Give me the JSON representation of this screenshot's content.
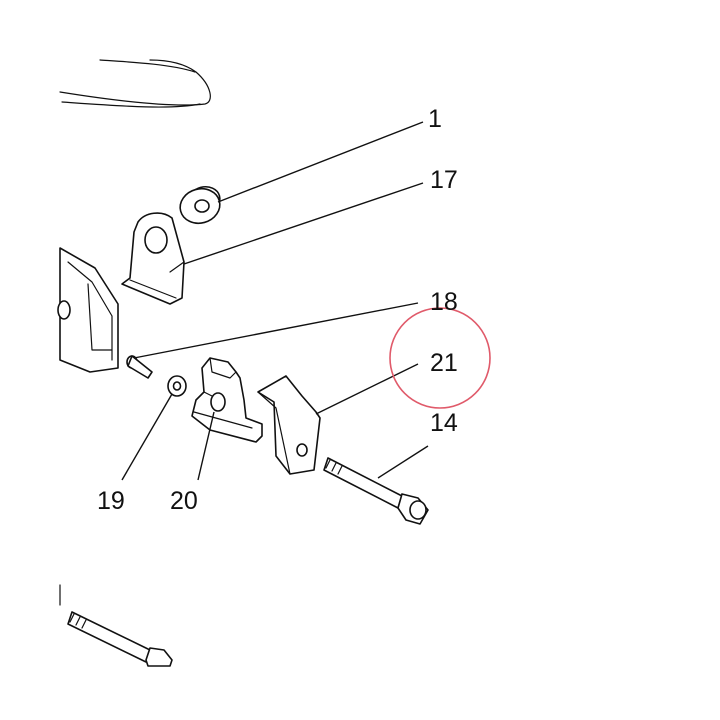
{
  "callouts": {
    "c1": "1",
    "c17": "17",
    "c18": "18",
    "c21": "21",
    "c14": "14",
    "c19": "19",
    "c20": "20"
  },
  "highlight": {
    "target_callout": "21",
    "color": "#e05a6a"
  },
  "colors": {
    "line": "#111111",
    "background": "#ffffff"
  }
}
